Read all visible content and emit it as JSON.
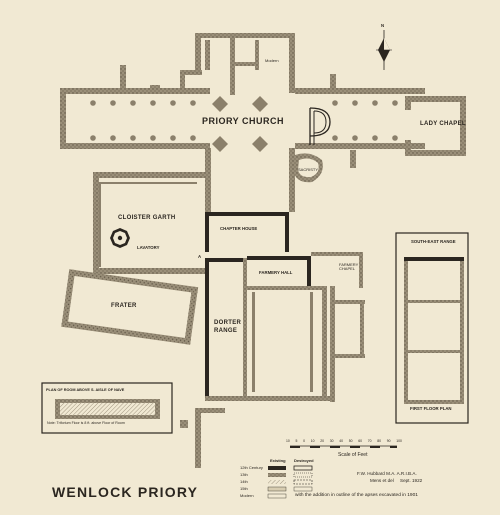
{
  "map": {
    "title": "WENLOCK PRIORY",
    "labels": {
      "church": "PRIORY CHURCH",
      "lady_chapel": "LADY CHAPEL",
      "sacristy": "SACRISTY",
      "cloister": "CLOISTER GARTH",
      "lavatory": "LAVATORY",
      "chapter_house": "CHAPTER HOUSE",
      "farmery_hall": "FARMERY HALL",
      "farmery_chapel": "FARMERY CHAPEL",
      "frater": "FRATER",
      "dorter": "DORTER RANGE",
      "south_east_range": "SOUTH-EAST RANGE",
      "first_floor_plan": "FIRST FLOOR PLAN",
      "plan_room": "PLAN OF ROOM ABOVE S. AISLE OF NAVE",
      "plan_room_note": "Note: Triforium Floor is 8 ft. above Floor of Room",
      "point_a": "A",
      "north": "N",
      "modern": "Modern"
    },
    "legend": {
      "existing": "Existing",
      "destroyed": "Destroyed",
      "centuries": [
        "12th Century",
        "13th",
        "14th",
        "15th",
        "Modern"
      ]
    },
    "scale": {
      "label": "Scale of Feet",
      "ticks": [
        "10",
        "5",
        "0",
        "10",
        "20",
        "30",
        "40",
        "50",
        "60",
        "70",
        "80",
        "90",
        "100"
      ]
    },
    "credit": {
      "author": "F.W. Hubbard M.A. A.R.I.B.A.",
      "line2_left": "Mens et del",
      "line2_right": "Sept. 1922"
    },
    "note": "with the addition in outline of the apses excavated in 1901",
    "colors": {
      "paper": "#f1e9d3",
      "ink": "#2b2620",
      "wall": "#8b806b"
    }
  }
}
